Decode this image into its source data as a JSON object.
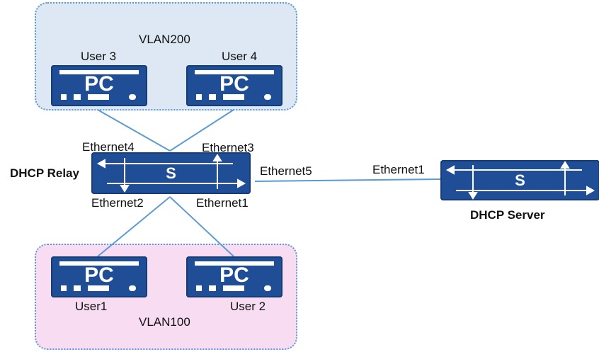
{
  "zones": {
    "vlan200": {
      "label": "VLAN200"
    },
    "vlan100": {
      "label": "VLAN100"
    }
  },
  "hosts": {
    "user3": {
      "label": "User 3",
      "device_text": "PC"
    },
    "user4": {
      "label": "User 4",
      "device_text": "PC"
    },
    "user1": {
      "label": "User1",
      "device_text": "PC"
    },
    "user2": {
      "label": "User 2",
      "device_text": "PC"
    }
  },
  "relay": {
    "label": "DHCP Relay",
    "device_text": "S",
    "ports": {
      "eth4": "Ethernet4",
      "eth3": "Ethernet3",
      "eth2": "Ethernet2",
      "eth1": "Ethernet1",
      "eth5": "Ethernet5"
    }
  },
  "server": {
    "label": "DHCP Server",
    "device_text": "S",
    "ports": {
      "eth1": "Ethernet1"
    }
  },
  "colors": {
    "device": "#1f4e96",
    "link": "#5b9bd5",
    "vlan200_fill": "#dde8f4",
    "vlan100_fill": "#f8dcf1"
  }
}
